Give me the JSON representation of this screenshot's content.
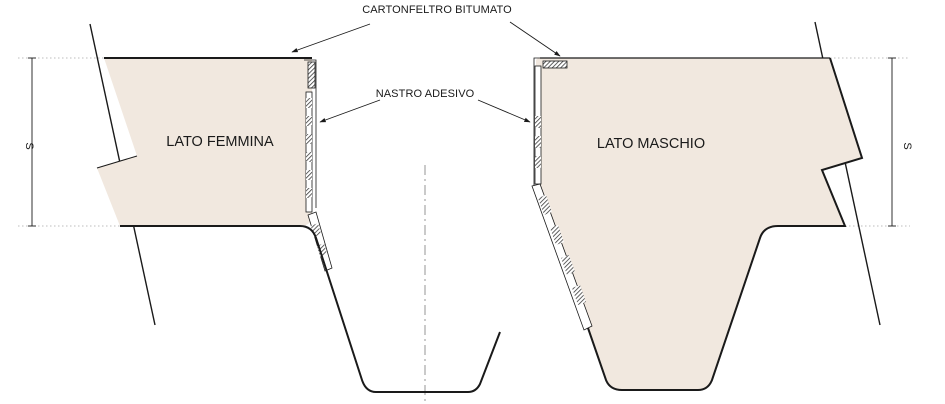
{
  "labels": {
    "cartonfeltro": "CARTONFELTRO BITUMATO",
    "nastro": "NASTRO ADESIVO",
    "lato_femmina": "LATO FEMMINA",
    "lato_maschio": "LATO MASCHIO",
    "dim_left": "S",
    "dim_right": "S"
  },
  "colors": {
    "background": "#ffffff",
    "panel_fill": "#f1e8df",
    "outline": "#1a1a1a",
    "hatch": "#3a3a3a",
    "guide": "#a8a8a8"
  }
}
